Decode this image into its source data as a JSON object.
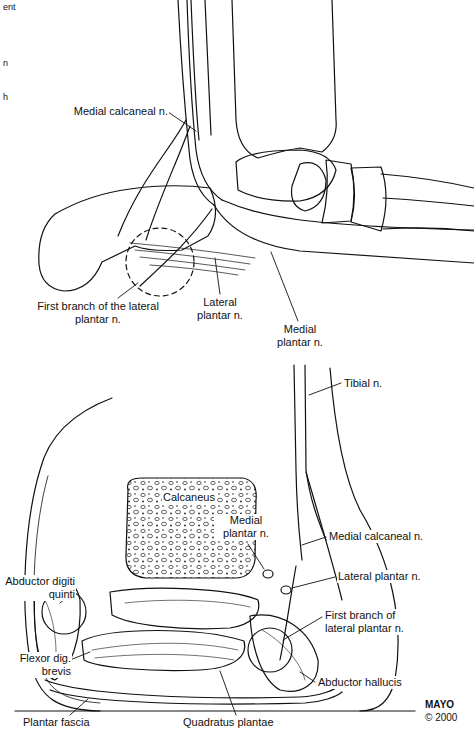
{
  "diagram": {
    "labels": [
      "ent",
      "n",
      "h",
      "Medial calcaneal n.",
      "First branch of the lateral plantar n.",
      "Lateral plantar n.",
      "Medial plantar n.",
      "Tibial n.",
      "Medial plantar n.",
      "Medial calcaneal n.",
      "Calcaneus",
      "Lateral plantar n.",
      "Abductor digiti quinti",
      "First branch of lateral plantar n.",
      "Flexor dig. brevis",
      "Abductor hallucis",
      "MAYO",
      "© 2000",
      "Plantar fascia",
      "Quadratus plantae"
    ]
  }
}
